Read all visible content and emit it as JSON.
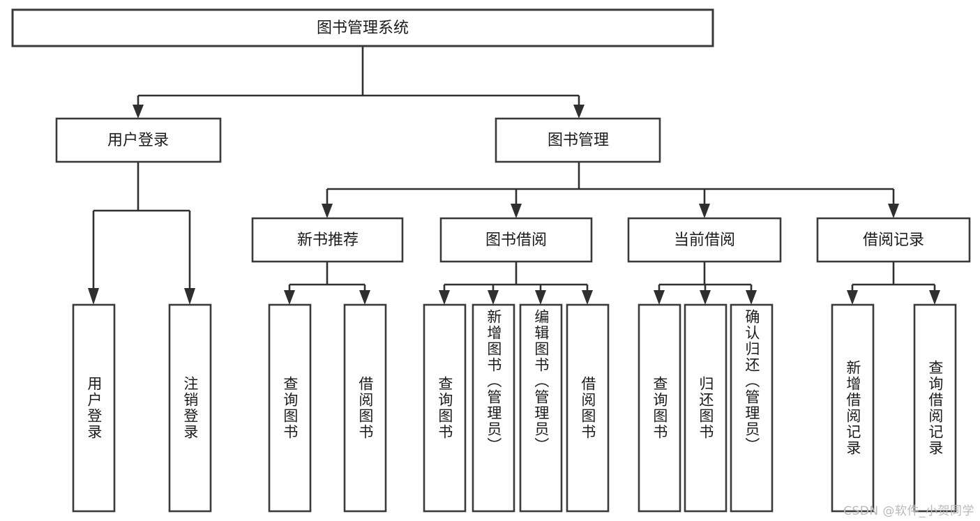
{
  "diagram": {
    "type": "tree-hierarchy",
    "title": "图书管理系统",
    "orientation": "top-down",
    "root": {
      "id": "root",
      "label": "图书管理系统"
    },
    "level2": [
      {
        "id": "user-login",
        "label": "用户登录"
      },
      {
        "id": "book-management",
        "label": "图书管理"
      }
    ],
    "level3": [
      {
        "id": "new-book-recommend",
        "label": "新书推荐",
        "parent": "book-management"
      },
      {
        "id": "book-borrow",
        "label": "图书借阅",
        "parent": "book-management"
      },
      {
        "id": "current-borrow",
        "label": "当前借阅",
        "parent": "book-management"
      },
      {
        "id": "borrow-record",
        "label": "借阅记录",
        "parent": "book-management"
      }
    ],
    "leaves": [
      {
        "id": "leaf-user-login",
        "label": "用户登录",
        "parent": "user-login"
      },
      {
        "id": "leaf-logout-login",
        "label": "注销登录",
        "parent": "user-login"
      },
      {
        "id": "leaf-query-book-1",
        "label": "查询图书",
        "parent": "new-book-recommend"
      },
      {
        "id": "leaf-borrow-book-1",
        "label": "借阅图书",
        "parent": "new-book-recommend"
      },
      {
        "id": "leaf-query-book-2",
        "label": "查询图书",
        "parent": "book-borrow"
      },
      {
        "id": "leaf-add-book-admin",
        "label": "新增图书（管理员）",
        "parent": "book-borrow"
      },
      {
        "id": "leaf-edit-book-admin",
        "label": "编辑图书（管理员）",
        "parent": "book-borrow"
      },
      {
        "id": "leaf-borrow-book-2",
        "label": "借阅图书",
        "parent": "book-borrow"
      },
      {
        "id": "leaf-query-book-3",
        "label": "查询图书",
        "parent": "current-borrow"
      },
      {
        "id": "leaf-return-book",
        "label": "归还图书",
        "parent": "current-borrow"
      },
      {
        "id": "leaf-confirm-return-admin",
        "label": "确认归还（管理员）",
        "parent": "current-borrow"
      },
      {
        "id": "leaf-add-borrow-record",
        "label": "新增借阅记录",
        "parent": "borrow-record"
      },
      {
        "id": "leaf-query-borrow-record",
        "label": "查询借阅记录",
        "parent": "borrow-record"
      }
    ],
    "colors": {
      "box_fill": "#ffffff",
      "box_stroke": "#3a3a3a",
      "connector": "#2f2f2f",
      "text": "#1b1b1b",
      "watermark": "#b9b9b9",
      "background": "#ffffff"
    }
  },
  "watermark": {
    "text": "CSDN @软件_小贺同学"
  }
}
